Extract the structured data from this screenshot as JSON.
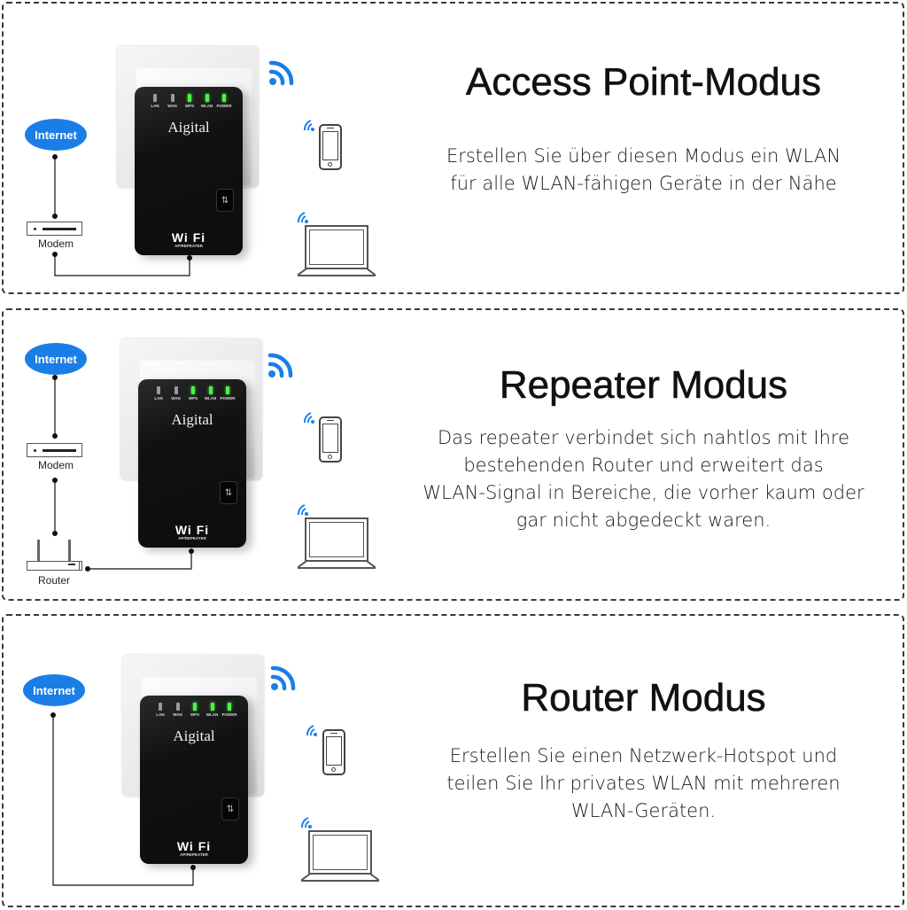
{
  "colors": {
    "internet_blue": "#1a7ee6",
    "wifi_blue": "#1a7ee6",
    "led_green": "#4cf24c",
    "led_off": "#9a9a9a",
    "device_black": "#111111",
    "border": "#3a3a3a"
  },
  "device": {
    "brand": "Aigital",
    "leds": [
      {
        "label": "LAN",
        "on": false
      },
      {
        "label": "WAN",
        "on": false
      },
      {
        "label": "WPS",
        "on": true
      },
      {
        "label": "WLAN",
        "on": true
      },
      {
        "label": "POWER",
        "on": true
      }
    ],
    "logo": "Wi Fi",
    "logo_sub": "AP/REPEATER",
    "wps_button_icon": "refresh-arrows-icon"
  },
  "panels": [
    {
      "title": "Access Point-Modus",
      "description": [
        "Erstellen Sie über diesen Modus ein WLAN",
        "für alle WLAN-fähigen Geräte in der Nähe"
      ],
      "nodes": {
        "internet": "Internet",
        "modem": "Modem"
      }
    },
    {
      "title": "Repeater Modus",
      "description": [
        "Das repeater verbindet sich nahtlos mit Ihre",
        "bestehenden Router und erweitert das",
        "WLAN-Signal in Bereiche, die vorher kaum oder",
        "gar nicht abgedeckt waren."
      ],
      "nodes": {
        "internet": "Internet",
        "modem": "Modem",
        "router": "Router"
      }
    },
    {
      "title": "Router Modus",
      "description": [
        "Erstellen Sie einen Netzwerk-Hotspot und",
        "teilen Sie Ihr privates WLAN mit mehreren",
        "WLAN-Geräten."
      ],
      "nodes": {
        "internet": "Internet"
      }
    }
  ],
  "icons": {
    "broadcast": "wifi-signal-icon",
    "phone": "smartphone-icon",
    "laptop": "laptop-icon"
  }
}
